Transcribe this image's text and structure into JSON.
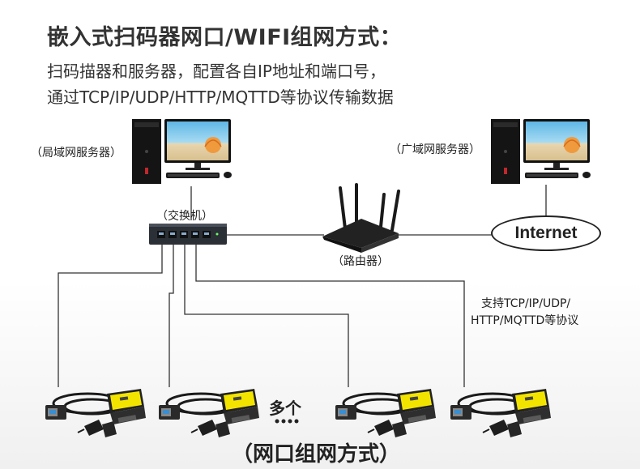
{
  "title": "嵌入式扫码器网口/WIFI组网方式：",
  "subtitle_line1": "扫码描器和服务器，配置各自IP地址和端口号，",
  "subtitle_line2": "通过TCP/IP/UDP/HTTP/MQTTD等协议传输数据",
  "labels": {
    "lan_server": "（局域网服务器）",
    "wan_server": "（广域网服务器）",
    "switch": "（交换机）",
    "router": "（路由器）",
    "internet": "Internet",
    "protocol_line1": "支持TCP/IP/UDP/",
    "protocol_line2": "HTTP/MQTTD等协议",
    "many": "多个",
    "bottom": "（网口组网方式）"
  },
  "icons": {
    "lan_computer": "desktop-computer-icon",
    "wan_computer": "desktop-computer-icon",
    "switch": "network-switch-icon",
    "router": "wifi-router-icon",
    "scanner": "barcode-scanner-module-icon"
  },
  "colors": {
    "text": "#222222",
    "line": "#333333",
    "scanner_label": "#f3e400"
  }
}
